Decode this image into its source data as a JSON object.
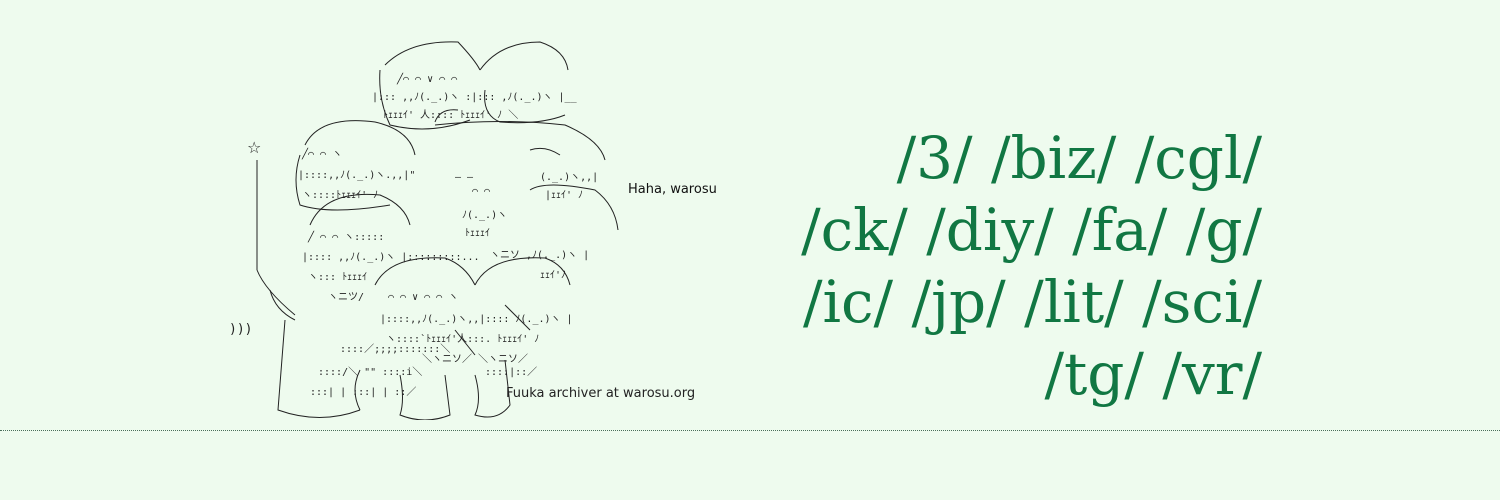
{
  "banner": {
    "caption_haha": "Haha, warosu",
    "caption_archiver": "Fuuka archiver at warosu.org",
    "star_glyph": "☆",
    "sound_glyph": ")))"
  },
  "boards": {
    "lines": [
      [
        "/3/",
        "/biz/",
        "/cgl/"
      ],
      [
        "/ck/",
        "/diy/",
        "/fa/",
        "/g/"
      ],
      [
        "/ic/",
        "/jp/",
        "/lit/",
        "/sci/"
      ],
      [
        "/tg/",
        "/vr/"
      ]
    ]
  },
  "colors": {
    "background": "#eefbee",
    "board_link": "#117743",
    "art_ink": "#222222"
  }
}
